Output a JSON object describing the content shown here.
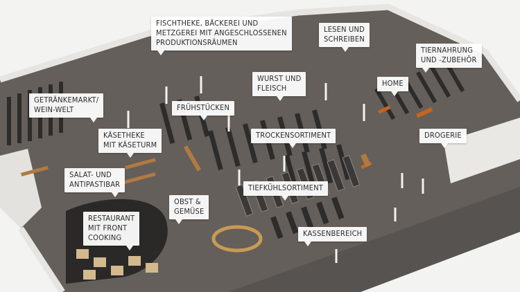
{
  "labels": [
    {
      "id": "fischtheke",
      "lines": [
        "FISCHTHEKE, BÄCKEREI UND",
        "METZGEREI MIT ANGESCHLOSSENEN",
        "PRODUKTIONSRÄUMEN"
      ]
    },
    {
      "id": "lesen",
      "lines": [
        "LESEN UND",
        "SCHREIBEN"
      ]
    },
    {
      "id": "tiernahrung",
      "lines": [
        "TIERNAHRUNG",
        "UND -ZUBEHÖR"
      ]
    },
    {
      "id": "wurst",
      "lines": [
        "WURST UND",
        "FLEISCH"
      ]
    },
    {
      "id": "home",
      "lines": [
        "HOME"
      ]
    },
    {
      "id": "getraenke",
      "lines": [
        "GETRÄNKEMARKT/",
        "WEIN-WELT"
      ]
    },
    {
      "id": "fruehstuecken",
      "lines": [
        "FRÜHSTÜCKEN"
      ]
    },
    {
      "id": "kaesetheke",
      "lines": [
        "KÄSETHEKE",
        "MIT KÄSETURM"
      ]
    },
    {
      "id": "trockensortiment",
      "lines": [
        "TROCKENSORTIMENT"
      ]
    },
    {
      "id": "drogerie",
      "lines": [
        "DROGERIE"
      ]
    },
    {
      "id": "salat",
      "lines": [
        "SALAT- UND",
        "ANTIPASTIBAR"
      ]
    },
    {
      "id": "tiefkuehl",
      "lines": [
        "TIEFKÜHLSORTIMENT"
      ]
    },
    {
      "id": "obst",
      "lines": [
        "OBST &",
        "GEMÜSE"
      ]
    },
    {
      "id": "restaurant",
      "lines": [
        "RESTAURANT",
        "MIT FRONT",
        "COOKING"
      ]
    },
    {
      "id": "kassen",
      "lines": [
        "KASSENBEREICH"
      ]
    }
  ],
  "colors": {
    "floor": "#625e59",
    "floor_dark": "#4d4a46",
    "wall": "#e9e8e5",
    "shelf": "#2f2e2d",
    "wood": "#b07a40",
    "accent_orange": "#c8641e"
  }
}
